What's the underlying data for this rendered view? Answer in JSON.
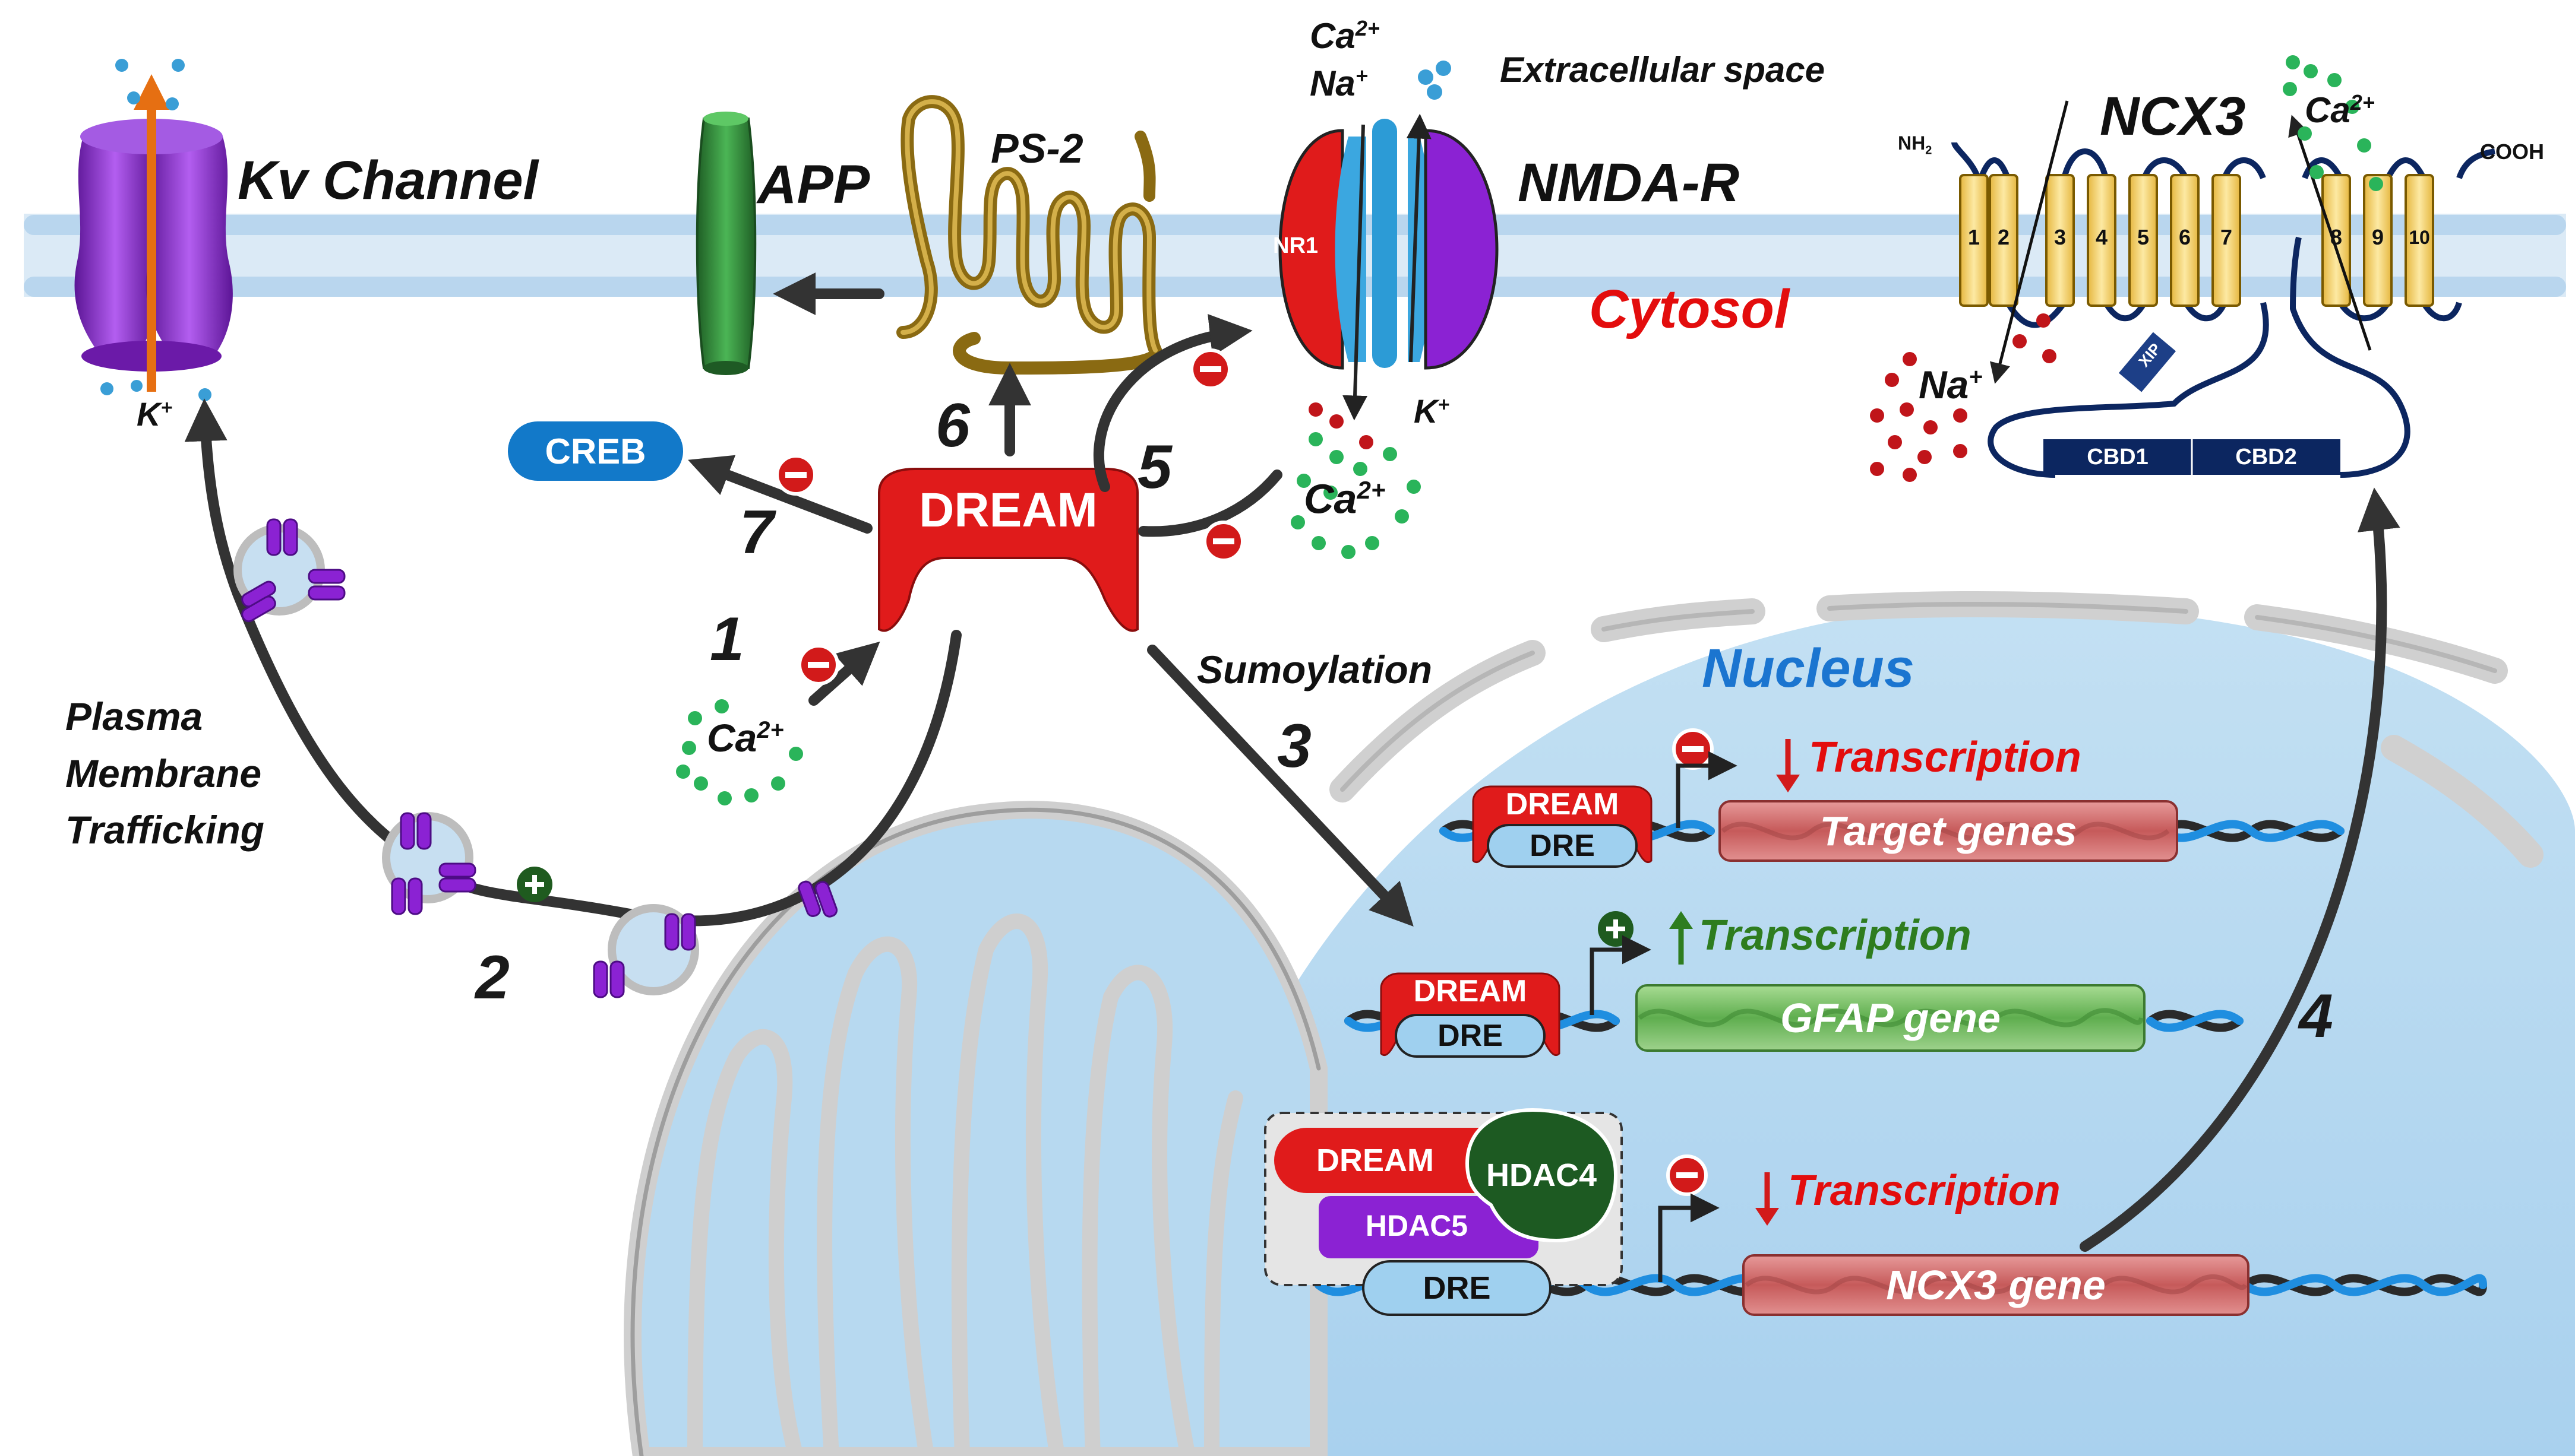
{
  "membrane": {
    "extracellular_label": "Extracellular space",
    "cytosol_label": "Cytosol",
    "nucleus_label": "Nucleus"
  },
  "proteins": {
    "kv_channel": "Kv Channel",
    "app": "APP",
    "ps2": "PS-2",
    "nmda_r": "NMDA-R",
    "nr1": "NR1",
    "ncx3": "NCX3",
    "creb": "CREB",
    "dream": "DREAM",
    "nh2": "NH",
    "nh2_sub": "2",
    "cooh": "COOH",
    "xip": "XIP",
    "cbd1": "CBD1",
    "cbd2": "CBD2",
    "ncx3_segments": [
      "1",
      "2",
      "3",
      "4",
      "5",
      "6",
      "7",
      "8",
      "9",
      "10"
    ]
  },
  "ions": {
    "k": "K",
    "ca": "Ca",
    "na": "Na",
    "plus": "+",
    "two_plus": "2+"
  },
  "processes": {
    "trafficking_line1": "Plasma",
    "trafficking_line2": "Membrane",
    "trafficking_line3": "Trafficking",
    "sumoylation": "Sumoylation",
    "steps": [
      "1",
      "2",
      "3",
      "4",
      "5",
      "6",
      "7"
    ]
  },
  "nucleus": {
    "row1": {
      "dream": "DREAM",
      "dre": "DRE",
      "transcription": "Transcription",
      "gene": "Target genes"
    },
    "row2": {
      "dream": "DREAM",
      "dre": "DRE",
      "transcription": "Transcription",
      "gene": "GFAP gene"
    },
    "row3": {
      "dream": "DREAM",
      "hdac4": "HDAC4",
      "hdac5": "HDAC5",
      "dre": "DRE",
      "transcription": "Transcription",
      "gene": "NCX3 gene"
    }
  },
  "colors": {
    "dream_red": "#e01b1b",
    "inhibit_red": "#d21a1a",
    "activate_green": "#1f5b1f",
    "nucleus_fill": "#b7d9f0",
    "membrane_blue": "#cfe3f3",
    "creb_blue": "#1279c9",
    "ncx3_yellow": "#f6d36b",
    "cbd_navy": "#0c2660",
    "kv_purple": "#8a2bd0",
    "app_green": "#2f8f3a"
  }
}
